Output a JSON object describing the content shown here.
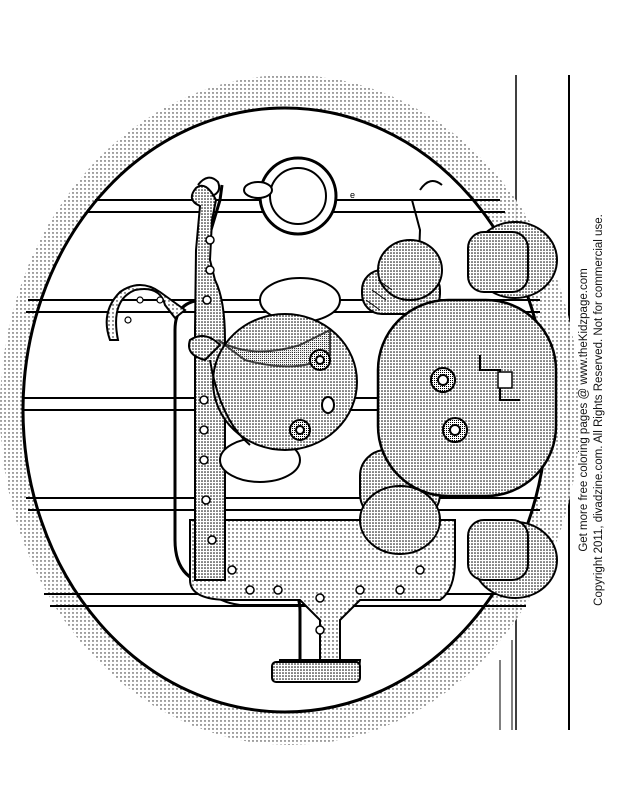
{
  "caption": {
    "line1": "Get more free coloring pages @ www.theKidzpage.com",
    "line2": "Copyright 2011, divadzine.com.  All Rights Reserved.  Not for commercial use."
  },
  "artwork": {
    "icons": [
      "rocking-chair",
      "teddy-bear",
      "teddy-bear-small"
    ]
  }
}
